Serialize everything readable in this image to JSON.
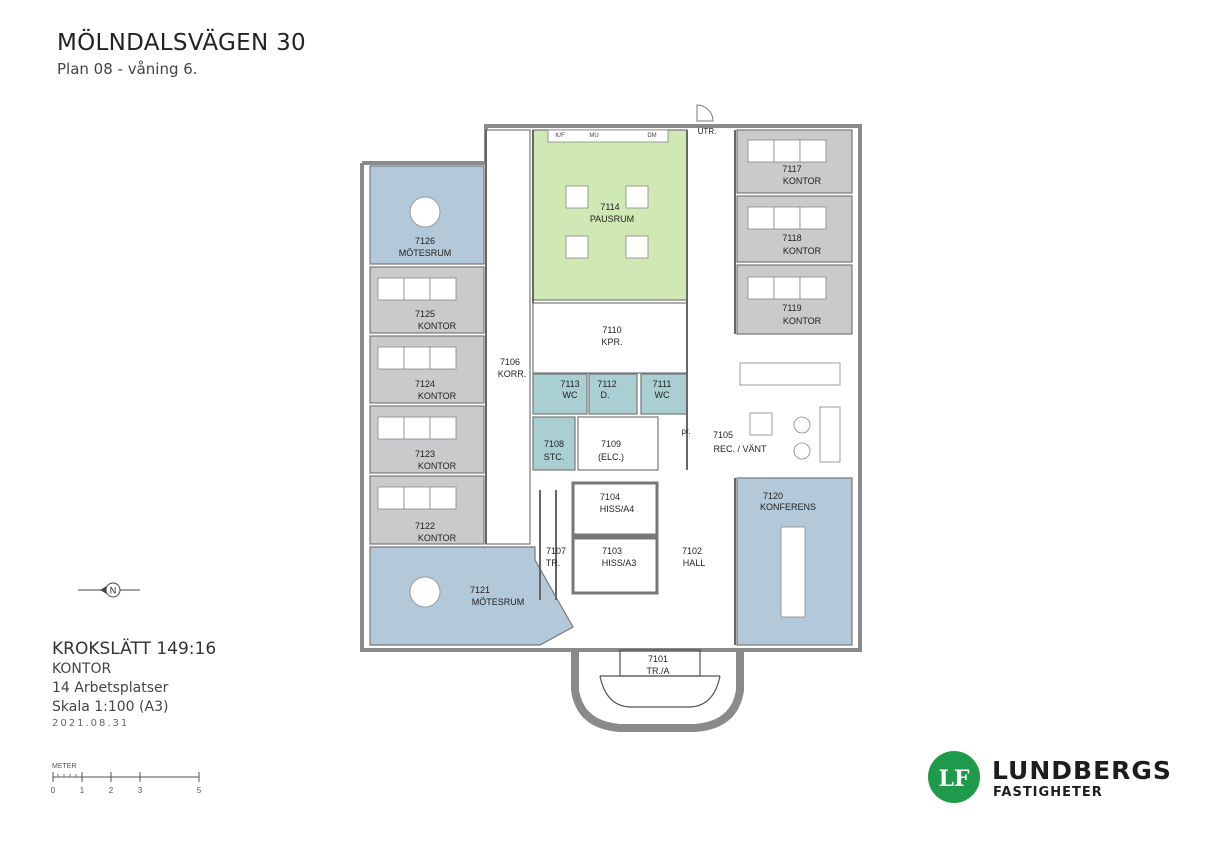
{
  "header": {
    "title": "MÖLNDALSVÄGEN  30",
    "subtitle": "Plan 08 - våning 6."
  },
  "info": {
    "property": "KROKSLÄTT  149:16",
    "use": "KONTOR",
    "workplaces": "14 Arbetsplatser",
    "scale": "Skala  1:100 (A3)",
    "date": "2021.08.31"
  },
  "scale_bar": {
    "label": "METER",
    "ticks": [
      "0",
      "1",
      "2",
      "3",
      "5"
    ]
  },
  "compass": {
    "label": "N"
  },
  "fixtures": {
    "kf": "K/F",
    "mu": "MU",
    "dm": "DM",
    "pr": "pr.",
    "utr": "UTR."
  },
  "rooms": [
    {
      "id": "r7126",
      "number": "7126",
      "name": "MÖTESRUM"
    },
    {
      "id": "r7125",
      "number": "7125",
      "name": "KONTOR"
    },
    {
      "id": "r7124",
      "number": "7124",
      "name": "KONTOR"
    },
    {
      "id": "r7123",
      "number": "7123",
      "name": "KONTOR"
    },
    {
      "id": "r7122",
      "number": "7122",
      "name": "KONTOR"
    },
    {
      "id": "r7121",
      "number": "7121",
      "name": "MÖTESRUM"
    },
    {
      "id": "r7114",
      "number": "7114",
      "name": "PAUSRUM"
    },
    {
      "id": "r7110",
      "number": "7110",
      "name": "KPR."
    },
    {
      "id": "r7106",
      "number": "7106",
      "name": "KORR."
    },
    {
      "id": "r7113",
      "number": "7113",
      "name": "WC"
    },
    {
      "id": "r7112",
      "number": "7112",
      "name": "D."
    },
    {
      "id": "r7111",
      "number": "7111",
      "name": "WC"
    },
    {
      "id": "r7108",
      "number": "7108",
      "name": "STC."
    },
    {
      "id": "r7109",
      "number": "7109",
      "name": "(ELC.)"
    },
    {
      "id": "r7104",
      "number": "7104",
      "name": "HISS/A4"
    },
    {
      "id": "r7103",
      "number": "7103",
      "name": "HISS/A3"
    },
    {
      "id": "r7107",
      "number": "7107",
      "name": "TR."
    },
    {
      "id": "r7102",
      "number": "7102",
      "name": "HALL"
    },
    {
      "id": "r7101",
      "number": "7101",
      "name": "TR./A"
    },
    {
      "id": "r7105",
      "number": "7105",
      "name": "REC. / VÄNT"
    },
    {
      "id": "r7120",
      "number": "7120",
      "name": "KONFERENS"
    },
    {
      "id": "r7117",
      "number": "7117",
      "name": "KONTOR"
    },
    {
      "id": "r7118",
      "number": "7118",
      "name": "KONTOR"
    },
    {
      "id": "r7119",
      "number": "7119",
      "name": "KONTOR"
    }
  ],
  "logo": {
    "name": "LUNDBERGS",
    "sub": "FASTIGHETER",
    "mark": "LF",
    "brand_color": "#1f9a4a"
  },
  "colors": {
    "meeting": "#b3c8d9",
    "office": "#c9cacb",
    "break": "#cfe8b4",
    "wet": "#a9cfd3",
    "wall": "#8a8a8a"
  }
}
